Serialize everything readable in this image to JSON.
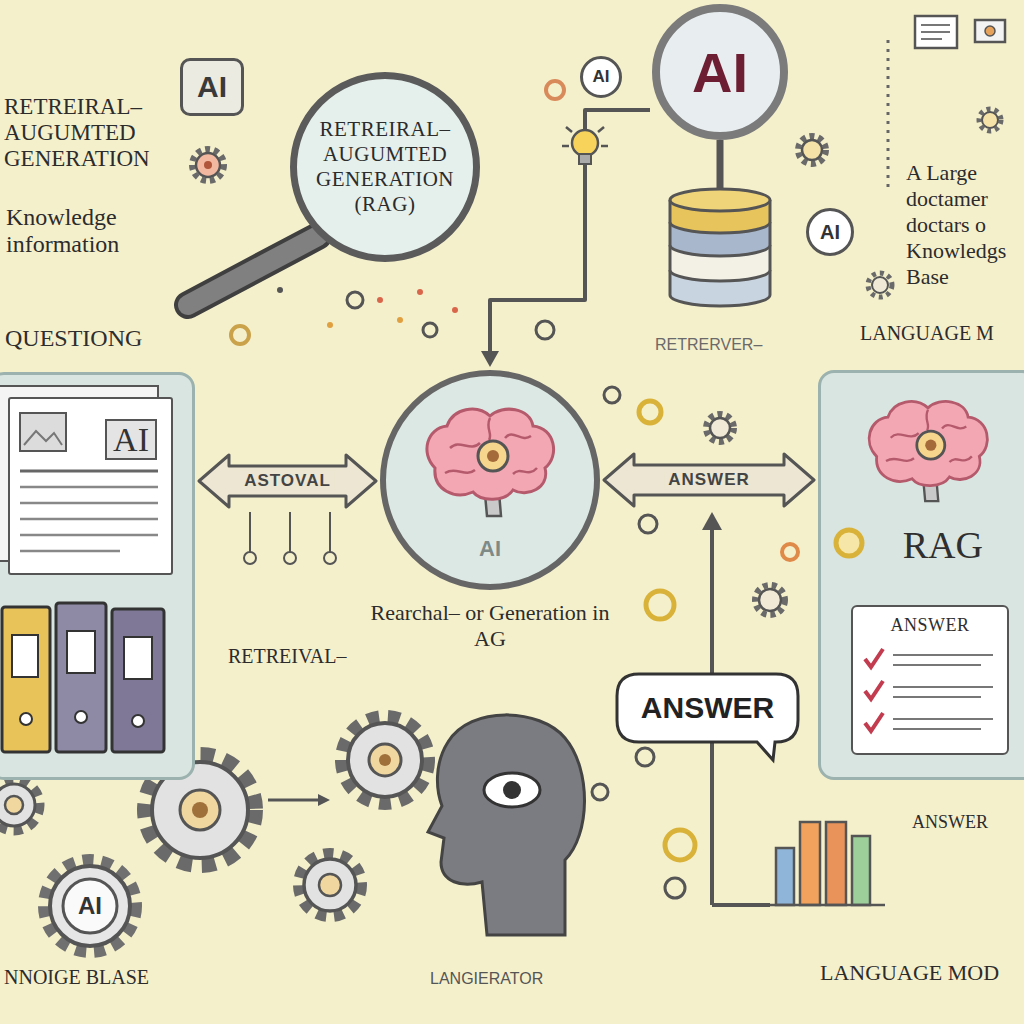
{
  "diagram": {
    "nodes": [
      {
        "text": [
          "AI"
        ]
      },
      {
        "text": [
          "RETREIRAL– AUGUMTED GENERATION (RAG)"
        ]
      },
      {
        "text": [
          "AI"
        ]
      },
      {
        "text": [
          "AI"
        ]
      },
      {
        "text": [
          "AI"
        ]
      },
      {
        "text": [
          "QUESTIONG"
        ]
      },
      {
        "text": [
          "AI"
        ],
        "in": 5
      },
      {
        "text": [
          "AI"
        ]
      },
      {
        "text": [
          "RAG"
        ]
      },
      {
        "text": [
          "ANSWER"
        ],
        "in": 8
      },
      {
        "text": [
          "ANSWER"
        ]
      },
      {
        "text": [
          "AI"
        ]
      }
    ],
    "edges": [
      {
        "from": 5,
        "to": 7,
        "label": "ASTOVAL",
        "arrow": "both"
      },
      {
        "from": 7,
        "to": 8,
        "label": "ANSWER",
        "arrow": "both"
      },
      {
        "from": 3,
        "to": 7,
        "arrow": "to"
      }
    ],
    "labels": [
      "RETREIRAL– AUGUMTED GENERATION",
      "Knowledge information",
      "A Large doctamer doctars o Knowledgs Base",
      "LANGUAGE M",
      "RETRERVER–",
      "Rearchal– or Generation in AG",
      "RETREIVAL–",
      "ANSWER",
      "NNOIGE BLASE",
      "LANGIERATOR",
      "LANGUAGE MOD"
    ]
  }
}
